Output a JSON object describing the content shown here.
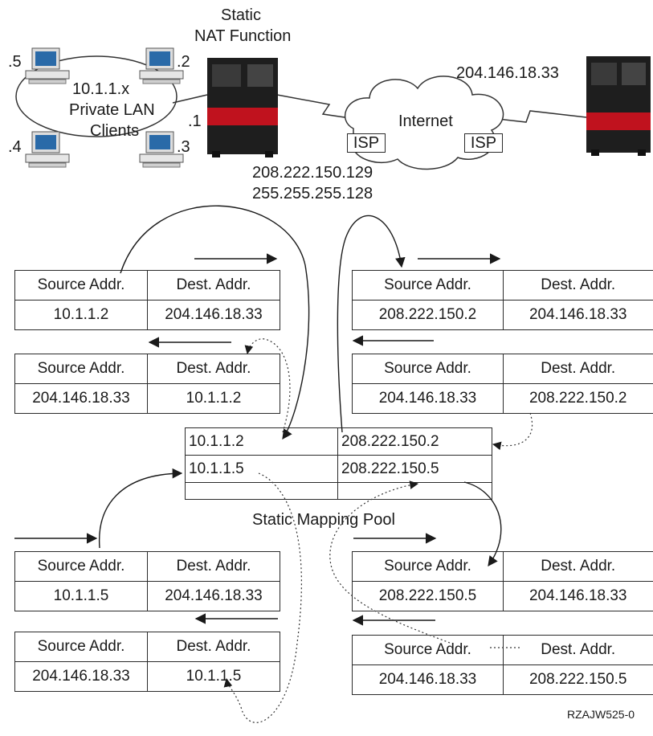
{
  "network": {
    "nat_label_line1": "Static",
    "nat_label_line2": "NAT Function",
    "client_ids": [
      ".5",
      ".2",
      ".4",
      ".3"
    ],
    "lan_line1": "10.1.1.x",
    "lan_line2": "Private LAN",
    "lan_line3": "Clients",
    "interface_id": ".1",
    "internet_label": "Internet",
    "isp_left": "ISP",
    "isp_right": "ISP",
    "public_ip": "208.222.150.129",
    "public_mask": "255.255.255.128",
    "remote_ip": "204.146.18.33"
  },
  "tables": {
    "header_source": "Source Addr.",
    "header_dest": "Dest. Addr.",
    "left_top_out": {
      "src": "10.1.1.2",
      "dst": "204.146.18.33"
    },
    "left_top_in": {
      "src": "204.146.18.33",
      "dst": "10.1.1.2"
    },
    "right_top_out": {
      "src": "208.222.150.2",
      "dst": "204.146.18.33"
    },
    "right_top_in": {
      "src": "204.146.18.33",
      "dst": "208.222.150.2"
    },
    "left_bot_out": {
      "src": "10.1.1.5",
      "dst": "204.146.18.33"
    },
    "left_bot_in": {
      "src": "204.146.18.33",
      "dst": "10.1.1.5"
    },
    "right_bot_out": {
      "src": "208.222.150.5",
      "dst": "204.146.18.33"
    },
    "right_bot_in": {
      "src": "204.146.18.33",
      "dst": "208.222.150.5"
    }
  },
  "pool": {
    "title": "Static Mapping Pool",
    "rows": [
      {
        "private": "10.1.1.2",
        "public": "208.222.150.2"
      },
      {
        "private": "10.1.1.5",
        "public": "208.222.150.5"
      },
      {
        "private": "",
        "public": ""
      }
    ]
  },
  "figure_id": "RZAJW525-0",
  "colors": {
    "server_body": "#1e1e1e",
    "server_band": "#c0121e",
    "monitor_screen": "#2a6aa8"
  }
}
